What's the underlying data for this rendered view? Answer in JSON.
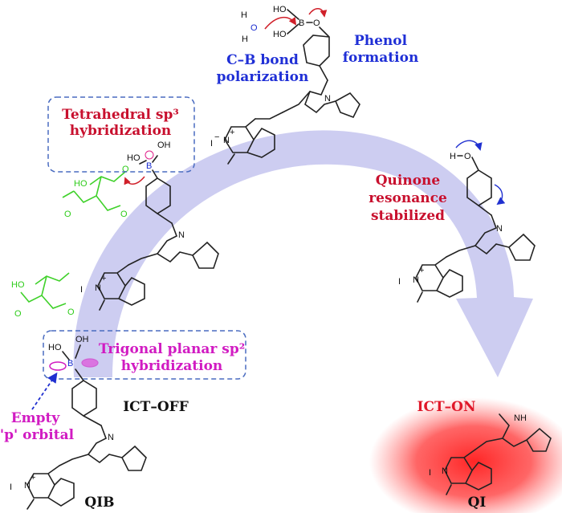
{
  "labels": {
    "tetrahedral": [
      "Tetrahedral sp³",
      "hybridization"
    ],
    "cb_bond": [
      "C–B bond",
      "polarization"
    ],
    "phenol": [
      "Phenol",
      "formation"
    ],
    "quinone": [
      "Quinone",
      "resonance",
      "stabilized"
    ],
    "trigonal": [
      "Trigonal planar sp²",
      "hybridization"
    ],
    "empty_p": [
      "Empty",
      "'p' orbital"
    ],
    "ict_off": "ICT–OFF",
    "ict_on": "ICT–ON",
    "qib": "QIB",
    "qi": "QI"
  },
  "atoms": {
    "ho": "HO",
    "oh": "OH",
    "b": "B",
    "o": "O",
    "h": "H",
    "n": "N",
    "nh": "NH",
    "iodide": "I",
    "minus": "−",
    "plus": "+"
  },
  "colors": {
    "tetrahedral_text": "#c8102e",
    "blue_text": "#1f2fd6",
    "quinone_text": "#c8102e",
    "magenta_text": "#d11bc2",
    "ict_on_text": "#e0192a",
    "citrate_green": "#2ecc1a",
    "arc_fill": "#c9c9f2",
    "glow": "#ff2020"
  }
}
